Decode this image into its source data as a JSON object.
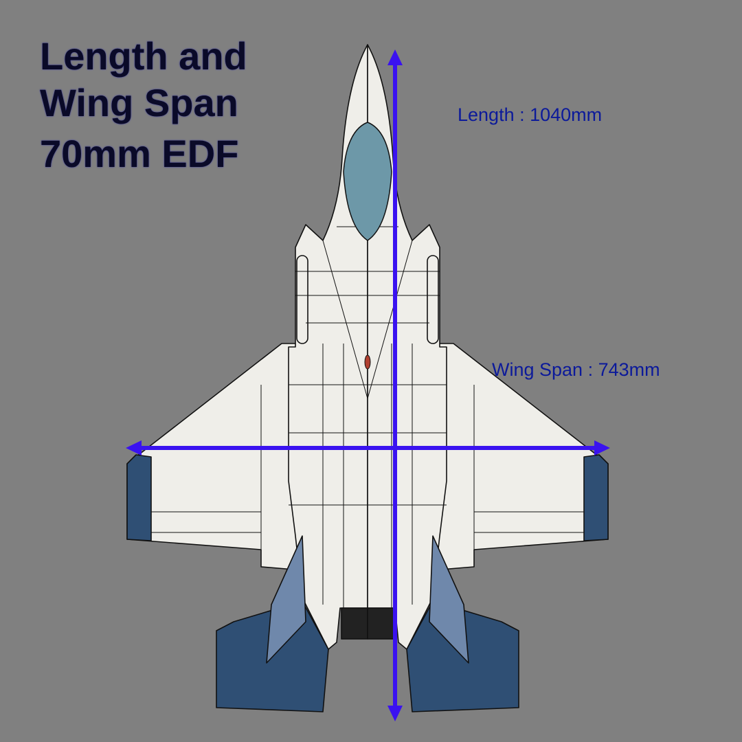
{
  "title": {
    "line1": "Length and",
    "line2": "Wing Span",
    "line3": "70mm EDF"
  },
  "dimensions": {
    "length_label": "Length : 1040mm",
    "wingspan_label": "Wing Span : 743mm"
  },
  "colors": {
    "background": "#808080",
    "arrow": "#3a12f0",
    "airframe": "#efeee9",
    "control_surfaces": "#2f4f74",
    "label_text": "#0c1a9a"
  }
}
